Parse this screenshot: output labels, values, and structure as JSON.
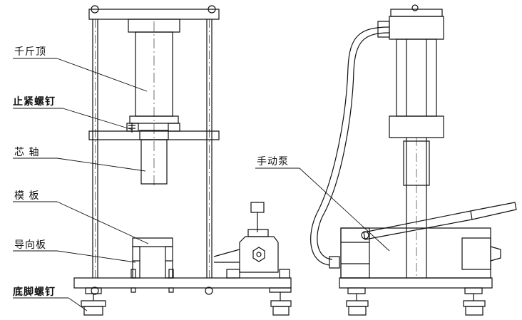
{
  "labels": {
    "jack": "千斤顶",
    "lock_screw": "止紧螺钉",
    "core_shaft": "芯 轴",
    "template_plate": "模 板",
    "guide_plate": "导向板",
    "foot_screw": "底脚螺钉",
    "hand_pump": "手动泵"
  },
  "colors": {
    "line": "#111111",
    "background": "#ffffff"
  }
}
